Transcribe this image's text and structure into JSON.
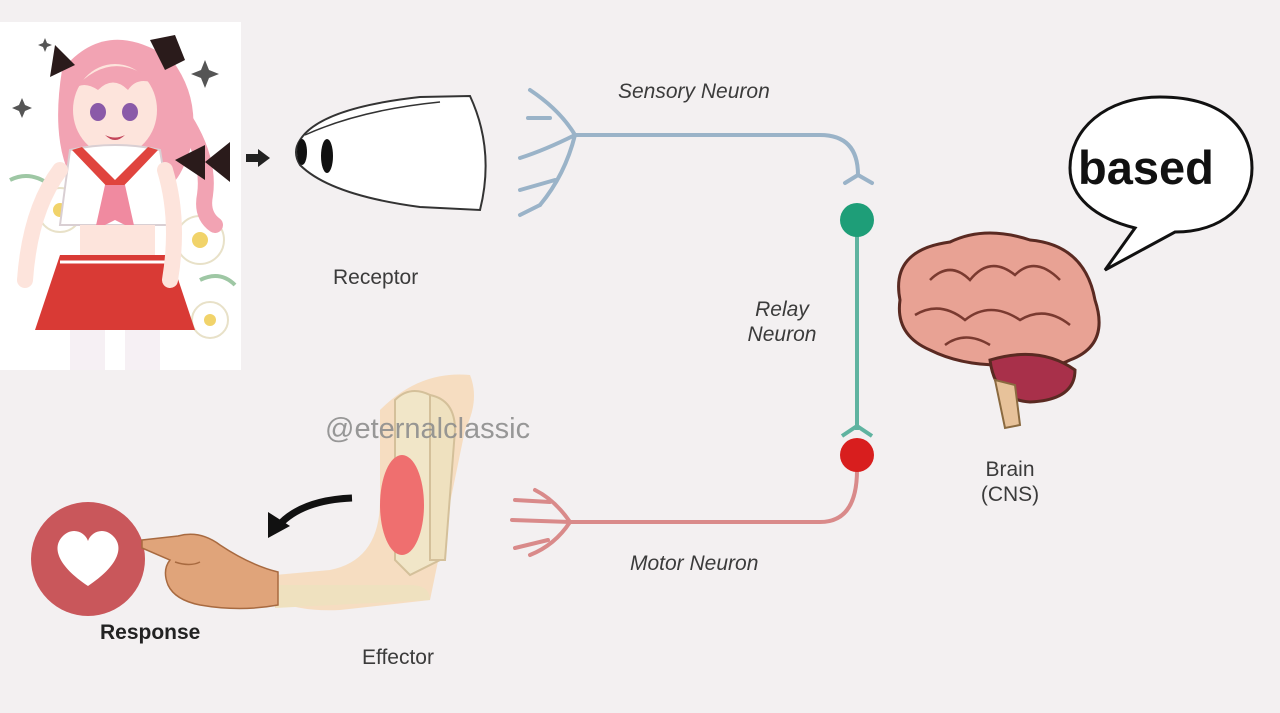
{
  "labels": {
    "sensory": "Sensory Neuron",
    "receptor": "Receptor",
    "relay_line1": "Relay",
    "relay_line2": "Neuron",
    "brain_line1": "Brain",
    "brain_line2": "(CNS)",
    "motor": "Motor Neuron",
    "effector": "Effector",
    "response": "Response"
  },
  "watermark": "@eternalclassic",
  "speech_bubble": "based",
  "colors": {
    "sensory_nerve": "#9ab3c8",
    "motor_nerve": "#d98a8a",
    "relay_nerve": "#5fb3a0",
    "relay_node": "#1e9e78",
    "motor_node": "#d81e1e",
    "background": "#f3f0f1"
  },
  "images": {
    "character": "anime-character-illustration",
    "receptor": "eye-receptor-sketch",
    "brain": "brain-illustration",
    "arm": "arm-muscle-illustration",
    "response": "heart-react-button"
  }
}
